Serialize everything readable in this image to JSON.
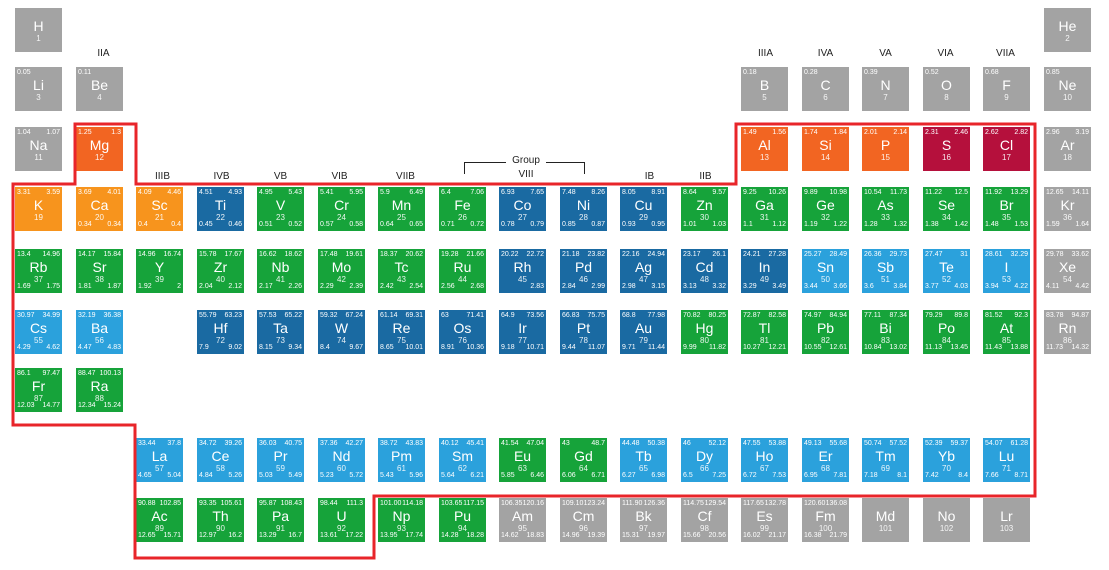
{
  "group_labels": [
    "IIA",
    "IIIB",
    "IVB",
    "VB",
    "VIB",
    "VIIB",
    "IB",
    "IIB",
    "IIIA",
    "IVA",
    "VA",
    "VIA",
    "VIIA"
  ],
  "group_viii": [
    "Group",
    "VIII"
  ],
  "colors": {
    "gray": "#a3a3a3",
    "orange": "#f26522",
    "amber": "#f7941d",
    "crimson": "#b5103c",
    "green": "#16a33a",
    "blue": "#1a6aa2",
    "sky": "#2ba1dc",
    "highlight": "#e8252a"
  },
  "elements": [
    {
      "s": "H",
      "n": "1",
      "c": "gray",
      "g": 1,
      "p": 1,
      "v": []
    },
    {
      "s": "He",
      "n": "2",
      "c": "gray",
      "g": 18,
      "p": 1,
      "v": []
    },
    {
      "s": "Li",
      "n": "3",
      "c": "gray",
      "g": 1,
      "p": 2,
      "v": [
        "0.05"
      ]
    },
    {
      "s": "Be",
      "n": "4",
      "c": "gray",
      "g": 2,
      "p": 2,
      "v": [
        "0.11"
      ]
    },
    {
      "s": "B",
      "n": "5",
      "c": "gray",
      "g": 13,
      "p": 2,
      "v": [
        "0.18"
      ]
    },
    {
      "s": "C",
      "n": "6",
      "c": "gray",
      "g": 14,
      "p": 2,
      "v": [
        "0.28"
      ]
    },
    {
      "s": "N",
      "n": "7",
      "c": "gray",
      "g": 15,
      "p": 2,
      "v": [
        "0.39"
      ]
    },
    {
      "s": "O",
      "n": "8",
      "c": "gray",
      "g": 16,
      "p": 2,
      "v": [
        "0.52"
      ]
    },
    {
      "s": "F",
      "n": "9",
      "c": "gray",
      "g": 17,
      "p": 2,
      "v": [
        "0.68"
      ]
    },
    {
      "s": "Ne",
      "n": "10",
      "c": "gray",
      "g": 18,
      "p": 2,
      "v": [
        "0.85"
      ]
    },
    {
      "s": "Na",
      "n": "11",
      "c": "gray",
      "g": 1,
      "p": 3,
      "v": [
        "1.04",
        "1.07"
      ]
    },
    {
      "s": "Mg",
      "n": "12",
      "c": "orange",
      "g": 2,
      "p": 3,
      "v": [
        "1.25",
        "1.3"
      ]
    },
    {
      "s": "Al",
      "n": "13",
      "c": "orange",
      "g": 13,
      "p": 3,
      "v": [
        "1.49",
        "1.56"
      ]
    },
    {
      "s": "Si",
      "n": "14",
      "c": "orange",
      "g": 14,
      "p": 3,
      "v": [
        "1.74",
        "1.84"
      ]
    },
    {
      "s": "P",
      "n": "15",
      "c": "orange",
      "g": 15,
      "p": 3,
      "v": [
        "2.01",
        "2.14"
      ]
    },
    {
      "s": "S",
      "n": "16",
      "c": "crimson",
      "g": 16,
      "p": 3,
      "v": [
        "2.31",
        "2.46"
      ]
    },
    {
      "s": "Cl",
      "n": "17",
      "c": "crimson",
      "g": 17,
      "p": 3,
      "v": [
        "2.62",
        "2.82"
      ]
    },
    {
      "s": "Ar",
      "n": "18",
      "c": "gray",
      "g": 18,
      "p": 3,
      "v": [
        "2.96",
        "3.19"
      ]
    },
    {
      "s": "K",
      "n": "19",
      "c": "amber",
      "g": 1,
      "p": 4,
      "v": [
        "3.31",
        "3.59"
      ]
    },
    {
      "s": "Ca",
      "n": "20",
      "c": "amber",
      "g": 2,
      "p": 4,
      "v": [
        "3.69",
        "4.01",
        "0.34",
        "0.34"
      ]
    },
    {
      "s": "Sc",
      "n": "21",
      "c": "amber",
      "g": 3,
      "p": 4,
      "v": [
        "4.09",
        "4.46",
        "0.4",
        "0.4"
      ]
    },
    {
      "s": "Ti",
      "n": "22",
      "c": "blue",
      "g": 4,
      "p": 4,
      "v": [
        "4.51",
        "4.93",
        "0.45",
        "0.46"
      ]
    },
    {
      "s": "V",
      "n": "23",
      "c": "green",
      "g": 5,
      "p": 4,
      "v": [
        "4.95",
        "5.43",
        "0.51",
        "0.52"
      ]
    },
    {
      "s": "Cr",
      "n": "24",
      "c": "green",
      "g": 6,
      "p": 4,
      "v": [
        "5.41",
        "5.95",
        "0.57",
        "0.58"
      ]
    },
    {
      "s": "Mn",
      "n": "25",
      "c": "green",
      "g": 7,
      "p": 4,
      "v": [
        "5.9",
        "6.49",
        "0.64",
        "0.65"
      ]
    },
    {
      "s": "Fe",
      "n": "26",
      "c": "green",
      "g": 8,
      "p": 4,
      "v": [
        "6.4",
        "7.06",
        "0.71",
        "0.72"
      ]
    },
    {
      "s": "Co",
      "n": "27",
      "c": "blue",
      "g": 9,
      "p": 4,
      "v": [
        "6.93",
        "7.65",
        "0.78",
        "0.79"
      ]
    },
    {
      "s": "Ni",
      "n": "28",
      "c": "blue",
      "g": 10,
      "p": 4,
      "v": [
        "7.48",
        "8.26",
        "0.85",
        "0.87"
      ]
    },
    {
      "s": "Cu",
      "n": "29",
      "c": "blue",
      "g": 11,
      "p": 4,
      "v": [
        "8.05",
        "8.91",
        "0.93",
        "0.95"
      ]
    },
    {
      "s": "Zn",
      "n": "30",
      "c": "green",
      "g": 12,
      "p": 4,
      "v": [
        "8.64",
        "9.57",
        "1.01",
        "1.03"
      ]
    },
    {
      "s": "Ga",
      "n": "31",
      "c": "green",
      "g": 13,
      "p": 4,
      "v": [
        "9.25",
        "10.26",
        "1.1",
        "1.12"
      ]
    },
    {
      "s": "Ge",
      "n": "32",
      "c": "green",
      "g": 14,
      "p": 4,
      "v": [
        "9.89",
        "10.98",
        "1.19",
        "1.22"
      ]
    },
    {
      "s": "As",
      "n": "33",
      "c": "green",
      "g": 15,
      "p": 4,
      "v": [
        "10.54",
        "11.73",
        "1.28",
        "1.32"
      ]
    },
    {
      "s": "Se",
      "n": "34",
      "c": "green",
      "g": 16,
      "p": 4,
      "v": [
        "11.22",
        "12.5",
        "1.38",
        "1.42"
      ]
    },
    {
      "s": "Br",
      "n": "35",
      "c": "green",
      "g": 17,
      "p": 4,
      "v": [
        "11.92",
        "13.29",
        "1.48",
        "1.53"
      ]
    },
    {
      "s": "Kr",
      "n": "36",
      "c": "gray",
      "g": 18,
      "p": 4,
      "v": [
        "12.65",
        "14.11",
        "1.59",
        "1.64"
      ]
    },
    {
      "s": "Rb",
      "n": "37",
      "c": "green",
      "g": 1,
      "p": 5,
      "v": [
        "13.4",
        "14.96",
        "1.69",
        "1.75"
      ]
    },
    {
      "s": "Sr",
      "n": "38",
      "c": "green",
      "g": 2,
      "p": 5,
      "v": [
        "14.17",
        "15.84",
        "1.81",
        "1.87"
      ]
    },
    {
      "s": "Y",
      "n": "39",
      "c": "green",
      "g": 3,
      "p": 5,
      "v": [
        "14.96",
        "16.74",
        "1.92",
        "2"
      ]
    },
    {
      "s": "Zr",
      "n": "40",
      "c": "green",
      "g": 4,
      "p": 5,
      "v": [
        "15.78",
        "17.67",
        "2.04",
        "2.12"
      ]
    },
    {
      "s": "Nb",
      "n": "41",
      "c": "green",
      "g": 5,
      "p": 5,
      "v": [
        "16.62",
        "18.62",
        "2.17",
        "2.26"
      ]
    },
    {
      "s": "Mo",
      "n": "42",
      "c": "green",
      "g": 6,
      "p": 5,
      "v": [
        "17.48",
        "19.61",
        "2.29",
        "2.39"
      ]
    },
    {
      "s": "Tc",
      "n": "43",
      "c": "green",
      "g": 7,
      "p": 5,
      "v": [
        "18.37",
        "20.62",
        "2.42",
        "2.54"
      ]
    },
    {
      "s": "Ru",
      "n": "44",
      "c": "green",
      "g": 8,
      "p": 5,
      "v": [
        "19.28",
        "21.66",
        "2.56",
        "2.68"
      ]
    },
    {
      "s": "Rh",
      "n": "45",
      "c": "blue",
      "g": 9,
      "p": 5,
      "v": [
        "20.22",
        "22.72",
        "",
        "2.83"
      ]
    },
    {
      "s": "Pd",
      "n": "46",
      "c": "blue",
      "g": 10,
      "p": 5,
      "v": [
        "21.18",
        "23.82",
        "2.84",
        "2.99"
      ]
    },
    {
      "s": "Ag",
      "n": "47",
      "c": "blue",
      "g": 11,
      "p": 5,
      "v": [
        "22.16",
        "24.94",
        "2.98",
        "3.15"
      ]
    },
    {
      "s": "Cd",
      "n": "48",
      "c": "blue",
      "g": 12,
      "p": 5,
      "v": [
        "23.17",
        "26.1",
        "3.13",
        "3.32"
      ]
    },
    {
      "s": "In",
      "n": "49",
      "c": "blue",
      "g": 13,
      "p": 5,
      "v": [
        "24.21",
        "27.28",
        "3.29",
        "3.49"
      ]
    },
    {
      "s": "Sn",
      "n": "50",
      "c": "sky",
      "g": 14,
      "p": 5,
      "v": [
        "25.27",
        "28.49",
        "3.44",
        "3.66"
      ]
    },
    {
      "s": "Sb",
      "n": "51",
      "c": "sky",
      "g": 15,
      "p": 5,
      "v": [
        "26.36",
        "29.73",
        "3.6",
        "3.84"
      ]
    },
    {
      "s": "Te",
      "n": "52",
      "c": "sky",
      "g": 16,
      "p": 5,
      "v": [
        "27.47",
        "31",
        "3.77",
        "4.03"
      ]
    },
    {
      "s": "I",
      "n": "53",
      "c": "sky",
      "g": 17,
      "p": 5,
      "v": [
        "28.61",
        "32.29",
        "3.94",
        "4.22"
      ]
    },
    {
      "s": "Xe",
      "n": "54",
      "c": "gray",
      "g": 18,
      "p": 5,
      "v": [
        "29.78",
        "33.62",
        "4.11",
        "4.42"
      ]
    },
    {
      "s": "Cs",
      "n": "55",
      "c": "sky",
      "g": 1,
      "p": 6,
      "v": [
        "30.97",
        "34.99",
        "4.29",
        "4.62"
      ]
    },
    {
      "s": "Ba",
      "n": "56",
      "c": "sky",
      "g": 2,
      "p": 6,
      "v": [
        "32.19",
        "36.38",
        "4.47",
        "4.83"
      ]
    },
    {
      "s": "Hf",
      "n": "72",
      "c": "blue",
      "g": 4,
      "p": 6,
      "v": [
        "55.79",
        "63.23",
        "7.9",
        "9.02"
      ]
    },
    {
      "s": "Ta",
      "n": "73",
      "c": "blue",
      "g": 5,
      "p": 6,
      "v": [
        "57.53",
        "65.22",
        "8.15",
        "9.34"
      ]
    },
    {
      "s": "W",
      "n": "74",
      "c": "blue",
      "g": 6,
      "p": 6,
      "v": [
        "59.32",
        "67.24",
        "8.4",
        "9.67"
      ]
    },
    {
      "s": "Re",
      "n": "75",
      "c": "blue",
      "g": 7,
      "p": 6,
      "v": [
        "61.14",
        "69.31",
        "8.65",
        "10.01"
      ]
    },
    {
      "s": "Os",
      "n": "76",
      "c": "blue",
      "g": 8,
      "p": 6,
      "v": [
        "63",
        "71.41",
        "8.91",
        "10.36"
      ]
    },
    {
      "s": "Ir",
      "n": "77",
      "c": "blue",
      "g": 9,
      "p": 6,
      "v": [
        "64.9",
        "73.56",
        "9.18",
        "10.71"
      ]
    },
    {
      "s": "Pt",
      "n": "78",
      "c": "blue",
      "g": 10,
      "p": 6,
      "v": [
        "66.83",
        "75.75",
        "9.44",
        "11.07"
      ]
    },
    {
      "s": "Au",
      "n": "79",
      "c": "blue",
      "g": 11,
      "p": 6,
      "v": [
        "68.8",
        "77.98",
        "9.71",
        "11.44"
      ]
    },
    {
      "s": "Hg",
      "n": "80",
      "c": "green",
      "g": 12,
      "p": 6,
      "v": [
        "70.82",
        "80.25",
        "9.99",
        "11.82"
      ]
    },
    {
      "s": "Tl",
      "n": "81",
      "c": "green",
      "g": 13,
      "p": 6,
      "v": [
        "72.87",
        "82.58",
        "10.27",
        "12.21"
      ]
    },
    {
      "s": "Pb",
      "n": "82",
      "c": "green",
      "g": 14,
      "p": 6,
      "v": [
        "74.97",
        "84.94",
        "10.55",
        "12.61"
      ]
    },
    {
      "s": "Bi",
      "n": "83",
      "c": "green",
      "g": 15,
      "p": 6,
      "v": [
        "77.11",
        "87.34",
        "10.84",
        "13.02"
      ]
    },
    {
      "s": "Po",
      "n": "84",
      "c": "green",
      "g": 16,
      "p": 6,
      "v": [
        "79.29",
        "89.8",
        "11.13",
        "13.45"
      ]
    },
    {
      "s": "At",
      "n": "85",
      "c": "green",
      "g": 17,
      "p": 6,
      "v": [
        "81.52",
        "92.3",
        "11.43",
        "13.88"
      ]
    },
    {
      "s": "Rn",
      "n": "86",
      "c": "gray",
      "g": 18,
      "p": 6,
      "v": [
        "83.78",
        "94.87",
        "11.73",
        "14.32"
      ]
    },
    {
      "s": "Fr",
      "n": "87",
      "c": "green",
      "g": 1,
      "p": 7,
      "v": [
        "86.1",
        "97.47",
        "12.03",
        "14.77"
      ]
    },
    {
      "s": "Ra",
      "n": "88",
      "c": "green",
      "g": 2,
      "p": 7,
      "v": [
        "88.47",
        "100.13",
        "12.34",
        "15.24"
      ]
    },
    {
      "s": "La",
      "n": "57",
      "c": "sky",
      "g": 3,
      "p": 9,
      "v": [
        "33.44",
        "37.8",
        "4.65",
        "5.04"
      ]
    },
    {
      "s": "Ce",
      "n": "58",
      "c": "sky",
      "g": 4,
      "p": 9,
      "v": [
        "34.72",
        "39.26",
        "4.84",
        "5.26"
      ]
    },
    {
      "s": "Pr",
      "n": "59",
      "c": "sky",
      "g": 5,
      "p": 9,
      "v": [
        "36.03",
        "40.75",
        "5.03",
        "5.49"
      ]
    },
    {
      "s": "Nd",
      "n": "60",
      "c": "sky",
      "g": 6,
      "p": 9,
      "v": [
        "37.36",
        "42.27",
        "5.23",
        "5.72"
      ]
    },
    {
      "s": "Pm",
      "n": "61",
      "c": "sky",
      "g": 7,
      "p": 9,
      "v": [
        "38.72",
        "43.83",
        "5.43",
        "5.96"
      ]
    },
    {
      "s": "Sm",
      "n": "62",
      "c": "sky",
      "g": 8,
      "p": 9,
      "v": [
        "40.12",
        "45.41",
        "5.64",
        "6.21"
      ]
    },
    {
      "s": "Eu",
      "n": "63",
      "c": "green",
      "g": 9,
      "p": 9,
      "v": [
        "41.54",
        "47.04",
        "5.85",
        "6.46"
      ]
    },
    {
      "s": "Gd",
      "n": "64",
      "c": "green",
      "g": 10,
      "p": 9,
      "v": [
        "43",
        "48.7",
        "6.06",
        "6.71"
      ]
    },
    {
      "s": "Tb",
      "n": "65",
      "c": "sky",
      "g": 11,
      "p": 9,
      "v": [
        "44.48",
        "50.38",
        "6.27",
        "6.98"
      ]
    },
    {
      "s": "Dy",
      "n": "66",
      "c": "sky",
      "g": 12,
      "p": 9,
      "v": [
        "46",
        "52.12",
        "6.5",
        "7.25"
      ]
    },
    {
      "s": "Ho",
      "n": "67",
      "c": "sky",
      "g": 13,
      "p": 9,
      "v": [
        "47.55",
        "53.88",
        "6.72",
        "7.53"
      ]
    },
    {
      "s": "Er",
      "n": "68",
      "c": "sky",
      "g": 14,
      "p": 9,
      "v": [
        "49.13",
        "55.68",
        "6.95",
        "7.81"
      ]
    },
    {
      "s": "Tm",
      "n": "69",
      "c": "sky",
      "g": 15,
      "p": 9,
      "v": [
        "50.74",
        "57.52",
        "7.18",
        "8.1"
      ]
    },
    {
      "s": "Yb",
      "n": "70",
      "c": "sky",
      "g": 16,
      "p": 9,
      "v": [
        "52.39",
        "59.37",
        "7.42",
        "8.4"
      ]
    },
    {
      "s": "Lu",
      "n": "71",
      "c": "sky",
      "g": 17,
      "p": 9,
      "v": [
        "54.07",
        "61.28",
        "7.66",
        "8.71"
      ]
    },
    {
      "s": "Ac",
      "n": "89",
      "c": "green",
      "g": 3,
      "p": 10,
      "v": [
        "90.88",
        "102.85",
        "12.65",
        "15.71"
      ]
    },
    {
      "s": "Th",
      "n": "90",
      "c": "green",
      "g": 4,
      "p": 10,
      "v": [
        "93.35",
        "105.61",
        "12.97",
        "16.2"
      ]
    },
    {
      "s": "Pa",
      "n": "91",
      "c": "green",
      "g": 5,
      "p": 10,
      "v": [
        "95.87",
        "108.43",
        "13.29",
        "16.7"
      ]
    },
    {
      "s": "U",
      "n": "92",
      "c": "green",
      "g": 6,
      "p": 10,
      "v": [
        "98.44",
        "111.3",
        "13.61",
        "17.22"
      ]
    },
    {
      "s": "Np",
      "n": "93",
      "c": "green",
      "g": 7,
      "p": 10,
      "v": [
        "101.00",
        "114.18",
        "13.95",
        "17.74"
      ]
    },
    {
      "s": "Pu",
      "n": "94",
      "c": "green",
      "g": 8,
      "p": 10,
      "v": [
        "103.65",
        "117.15",
        "14.28",
        "18.28"
      ]
    },
    {
      "s": "Am",
      "n": "95",
      "c": "gray",
      "g": 9,
      "p": 10,
      "v": [
        "106.35",
        "120.16",
        "14.62",
        "18.83"
      ]
    },
    {
      "s": "Cm",
      "n": "96",
      "c": "gray",
      "g": 10,
      "p": 10,
      "v": [
        "109.10",
        "123.24",
        "14.96",
        "19.39"
      ]
    },
    {
      "s": "Bk",
      "n": "97",
      "c": "gray",
      "g": 11,
      "p": 10,
      "v": [
        "111.90",
        "126.36",
        "15.31",
        "19.97"
      ]
    },
    {
      "s": "Cf",
      "n": "98",
      "c": "gray",
      "g": 12,
      "p": 10,
      "v": [
        "114.75",
        "129.54",
        "15.66",
        "20.56"
      ]
    },
    {
      "s": "Es",
      "n": "99",
      "c": "gray",
      "g": 13,
      "p": 10,
      "v": [
        "117.65",
        "132.78",
        "16.02",
        "21.17"
      ]
    },
    {
      "s": "Fm",
      "n": "100",
      "c": "gray",
      "g": 14,
      "p": 10,
      "v": [
        "120.60",
        "136.08",
        "16.38",
        "21.79"
      ]
    },
    {
      "s": "Md",
      "n": "101",
      "c": "gray",
      "g": 15,
      "p": 10,
      "v": []
    },
    {
      "s": "No",
      "n": "102",
      "c": "gray",
      "g": 16,
      "p": 10,
      "v": []
    },
    {
      "s": "Lr",
      "n": "103",
      "c": "gray",
      "g": 17,
      "p": 10,
      "v": []
    }
  ]
}
